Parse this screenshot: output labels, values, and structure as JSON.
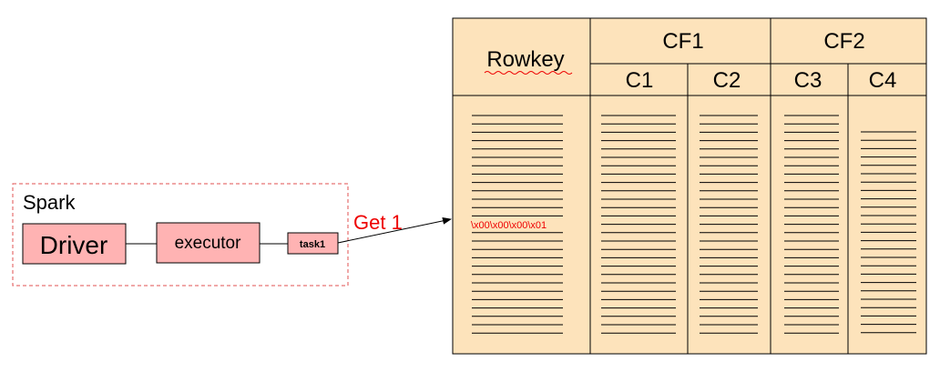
{
  "spark": {
    "label": "Spark",
    "driver": "Driver",
    "executor": "executor",
    "task": "task1",
    "get_label": "Get 1"
  },
  "table": {
    "rowkey_header": "Rowkey",
    "column_families": [
      {
        "name": "CF1",
        "columns": [
          "C1",
          "C2"
        ]
      },
      {
        "name": "CF2",
        "columns": [
          "C3",
          "C4"
        ]
      }
    ],
    "highlighted_rowkey": "\\x00\\x00\\x00\\x01"
  },
  "colors": {
    "box_fill": "#ffb3b3",
    "table_fill": "#fde3bb",
    "spark_border": "#e05050",
    "accent_red": "#ee0000"
  }
}
